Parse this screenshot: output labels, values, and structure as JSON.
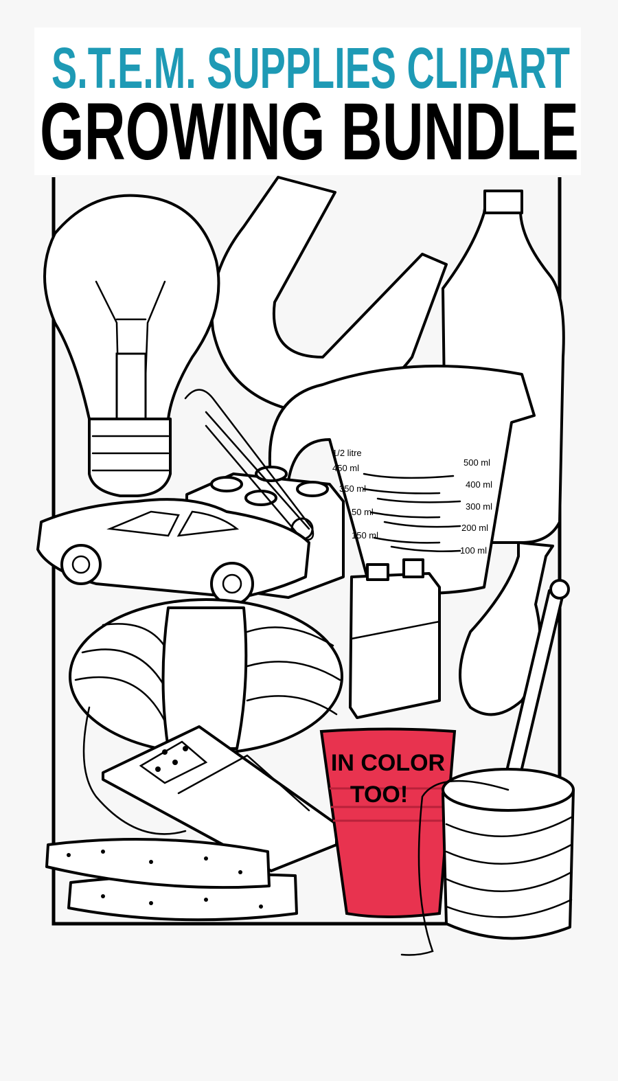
{
  "title": {
    "line1": "S.T.E.M. SUPPLIES CLIPART",
    "line2": "GROWING BUNDLE",
    "line1_color": "#1e9ab5",
    "line2_color": "#000000"
  },
  "measuring_cup": {
    "labels_left": [
      "1/2 litre",
      "450 ml",
      "350 ml",
      "50 ml",
      "150 ml"
    ],
    "labels_right": [
      "500 ml",
      "400 ml",
      "300 ml",
      "200 ml",
      "100 ml"
    ]
  },
  "red_cup": {
    "text_line1": "IN COLOR",
    "text_line2": "TOO!",
    "color": "#e8334f"
  },
  "items": [
    "light-bulb",
    "horseshoe-magnet",
    "plastic-bottle",
    "measuring-cup",
    "safety-pin",
    "building-brick",
    "toy-car",
    "yarn-ball",
    "battery",
    "balloon",
    "wooden-stick",
    "mousetrap",
    "sponges",
    "red-cup",
    "twine-spool"
  ],
  "colors": {
    "background": "#f7f7f7",
    "outline": "#000000"
  }
}
